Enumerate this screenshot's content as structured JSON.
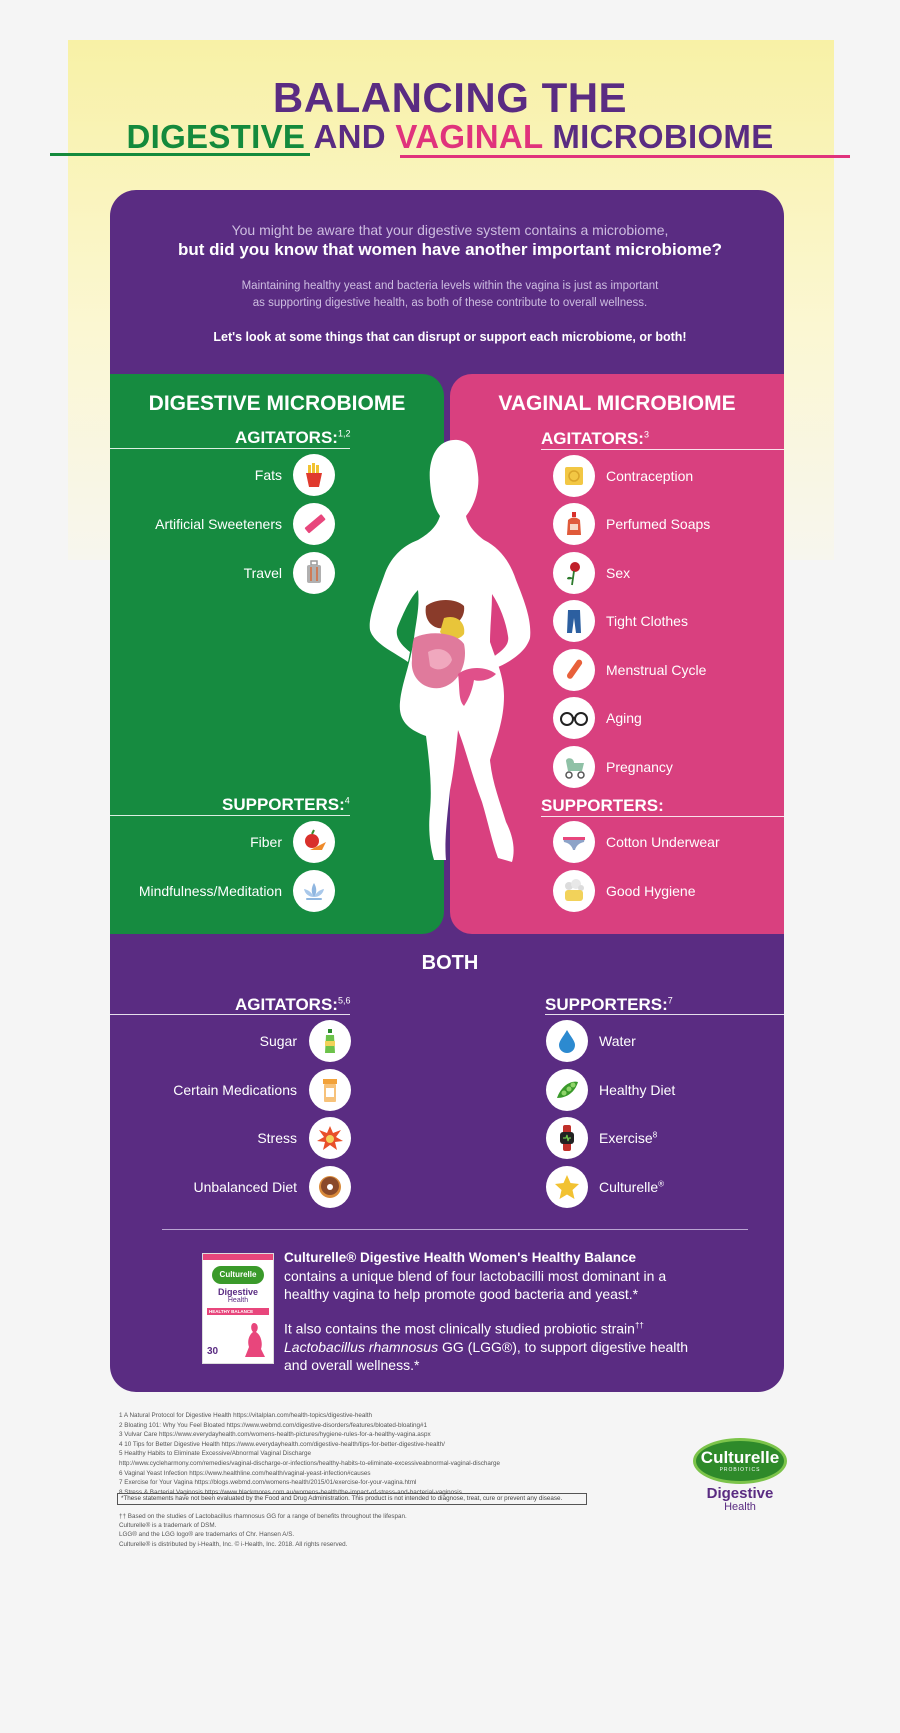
{
  "header": {
    "title_line1": "BALANCING THE",
    "title_digestive": "DIGESTIVE",
    "title_and": " AND ",
    "title_vaginal": "VAGINAL",
    "title_microbiome": " MICROBIOME"
  },
  "intro": {
    "line1": "You might be aware that your digestive system contains a microbiome,",
    "line2": "but did you know that women have another important microbiome?",
    "line3a": "Maintaining healthy yeast and bacteria levels within the vagina is just as important",
    "line3b": "as supporting digestive health, as both of these contribute to overall wellness.",
    "line4": "Let's look at some things that can disrupt or support each microbiome, or both!"
  },
  "digestive": {
    "title": "DIGESTIVE MICROBIOME",
    "agitators_head": "AGITATORS:",
    "agitators_sup": "1,2",
    "agitators": [
      "Fats",
      "Artificial Sweeteners",
      "Travel"
    ],
    "supporters_head": "SUPPORTERS:",
    "supporters_sup": "4",
    "supporters": [
      "Fiber",
      "Mindfulness/Meditation"
    ]
  },
  "vaginal": {
    "title": "VAGINAL MICROBIOME",
    "agitators_head": "AGITATORS:",
    "agitators_sup": "3",
    "agitators": [
      "Contraception",
      "Perfumed Soaps",
      "Sex",
      "Tight Clothes",
      "Menstrual Cycle",
      "Aging",
      "Pregnancy"
    ],
    "supporters_head": "SUPPORTERS:",
    "supporters": [
      "Cotton Underwear",
      "Good Hygiene"
    ]
  },
  "both": {
    "title": "BOTH",
    "agitators_head": "AGITATORS:",
    "agitators_sup": "5,6",
    "agitators": [
      "Sugar",
      "Certain Medications",
      "Stress",
      "Unbalanced Diet"
    ],
    "supporters_head": "SUPPORTERS:",
    "supporters_sup": "7",
    "supporters": [
      "Water",
      "Healthy Diet",
      "Exercise",
      "Culturelle"
    ],
    "exercise_sup": "8",
    "culturelle_sup": "®"
  },
  "product": {
    "title": "Culturelle® Digestive Health Women's Healthy Balance",
    "para1": "contains a unique blend of four lactobacilli most dominant in a healthy vagina to help promote good bacteria and yeast.*",
    "para2a": "It also contains the most clinically studied probiotic strain",
    "para2_sup": "††",
    "para2_italic": "Lactobacillus rhamnosus",
    "para2b": " GG (LGG®), to support digestive health and overall wellness.*",
    "box_brand": "Culturelle",
    "box_line1": "Digestive",
    "box_line2": "Health",
    "box_badge": "HEALTHY BALANCE",
    "box_count": "30"
  },
  "references": [
    "1 A Natural Protocol for Digestive Health https://vitalplan.com/health-topics/digestive-health",
    "2 Bloating 101: Why You Feel Bloated https://www.webmd.com/digestive-disorders/features/bloated-bloating#1",
    "3 Vulvar Care https://www.everydayhealth.com/womens-health-pictures/hygiene-rules-for-a-healthy-vagina.aspx",
    "4 10 Tips for Better Digestive Health https://www.everydayhealth.com/digestive-health/tips-for-better-digestive-health/",
    "5 Healthy Habits to Eliminate Excessive/Abnormal Vaginal Discharge",
    "http://www.cycleharmony.com/remedies/vaginal-discharge-or-infections/healthy-habits-to-eliminate-excessiveabnormal-vaginal-discharge",
    "6 Vaginal Yeast Infection https://www.healthline.com/health/vaginal-yeast-infection#causes",
    "7 Exercise for Your Vagina https://blogs.webmd.com/womens-health/2015/01/exercise-for-your-vagina.html",
    "8 Stress & Bacterial Vaginosis https://www.blackmores.com.au/womens-health/the-impact-of-stress-and-bacterial-vaginosis"
  ],
  "disclaimer": "*These statements have not been evaluated by the Food and Drug Administration. This product is not intended to diagnose, treat, cure or prevent any disease.",
  "fine_print": [
    "†† Based on the studies of Lactobacillus rhamnosus GG for a range of benefits throughout the lifespan.",
    "Culturelle® is a trademark of DSM.",
    "LGG® and the LGG logo® are trademarks of Chr. Hansen A/S.",
    "Culturelle® is distributed by i-Health, Inc. © i-Health, Inc. 2018. All rights reserved."
  ],
  "logo": {
    "brand": "Culturelle",
    "sub": "PROBIOTICS",
    "line1": "Digestive",
    "line2": "Health"
  },
  "colors": {
    "purple": "#5a2c82",
    "green": "#168b40",
    "pink": "#d9407f",
    "yellow": "#f8f1a6"
  },
  "icons": {
    "digestive_agitators": [
      "fries-icon",
      "sweetener-packet-icon",
      "luggage-icon"
    ],
    "digestive_supporters": [
      "vegetables-icon",
      "lotus-icon"
    ],
    "vaginal_agitators": [
      "condom-icon",
      "soap-bottle-icon",
      "rose-icon",
      "jeans-icon",
      "tampon-icon",
      "glasses-icon",
      "stroller-icon"
    ],
    "vaginal_supporters": [
      "underwear-icon",
      "soap-bubbles-icon"
    ],
    "both_agitators": [
      "soda-bottle-icon",
      "pill-bottle-icon",
      "explosion-icon",
      "donut-icon"
    ],
    "both_supporters": [
      "water-drop-icon",
      "peas-icon",
      "smartwatch-icon",
      "star-icon"
    ]
  }
}
